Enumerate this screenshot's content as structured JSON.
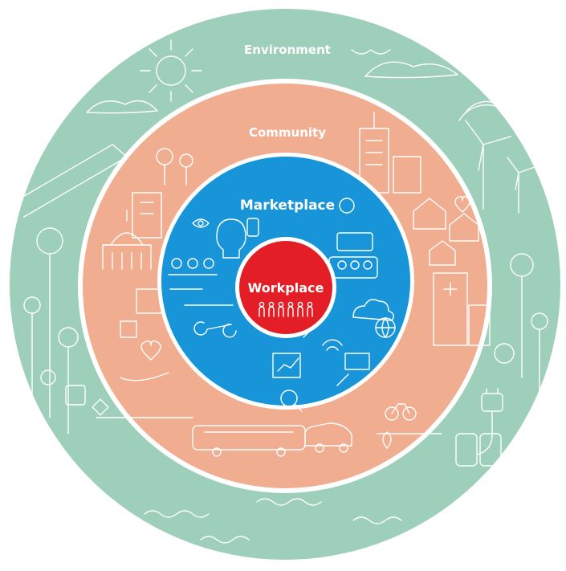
{
  "rings": [
    {
      "id": "environment",
      "label": "Environment",
      "color": "#9ecfbb"
    },
    {
      "id": "community",
      "label": "Community",
      "color": "#f1ad8f"
    },
    {
      "id": "marketplace",
      "label": "Marketplace",
      "color": "#1895d8"
    },
    {
      "id": "workplace",
      "label": "Workplace",
      "color": "#e41e26"
    }
  ],
  "colors": {
    "divider": "#ffffff",
    "line_art": "#ffffff"
  },
  "icons": {
    "environment": [
      "sun-icon",
      "wind-turbine-icon",
      "tree-icon",
      "cloud-icon",
      "bird-icon",
      "wave-icon",
      "plug-icon"
    ],
    "community": [
      "capitol-building-icon",
      "skyscraper-icon",
      "house-icon",
      "hospital-icon",
      "bus-icon",
      "car-icon",
      "bicycle-icon",
      "heart-hand-icon",
      "map-pin-icon"
    ],
    "marketplace": [
      "eye-icon",
      "lightbulb-icon",
      "phone-icon",
      "conveyor-icon",
      "wrench-icon",
      "chart-icon",
      "magnifier-icon",
      "globe-icon",
      "cloud-upload-icon",
      "wifi-icon",
      "laptop-icon"
    ],
    "workplace": [
      "people-group-icon"
    ]
  }
}
